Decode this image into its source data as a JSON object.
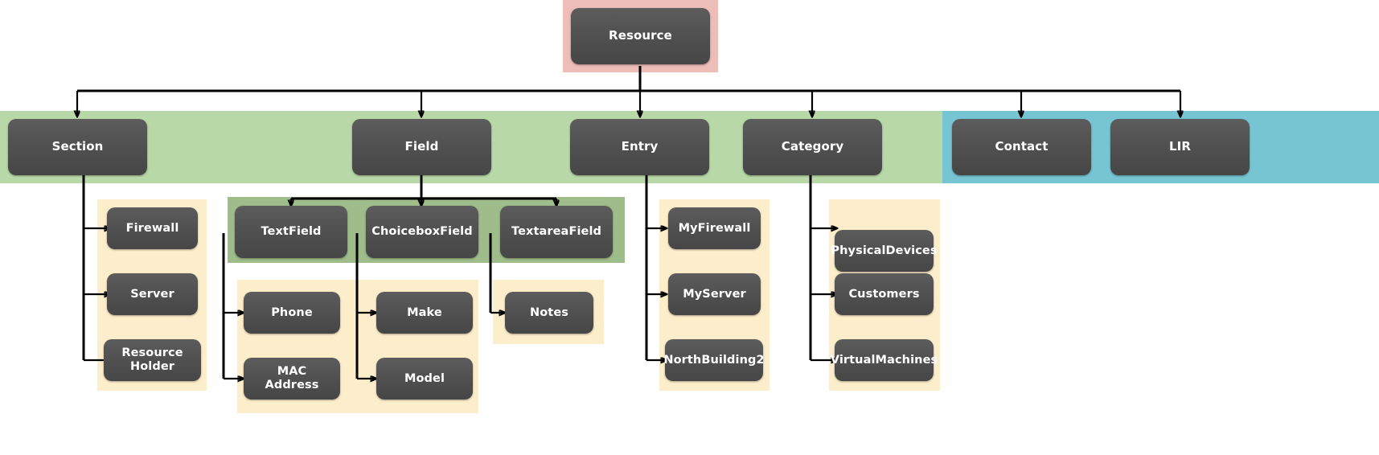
{
  "diagram": {
    "title": "Resource data model hierarchy",
    "type": "tree-diagram",
    "colors": {
      "node_fill": "#4f4f4f",
      "node_text": "#ffffff",
      "group_root": "#edbdb7",
      "group_core": "#b8d8a8",
      "group_external": "#77c5d3",
      "group_fieldtypes": "#9fbd8b",
      "group_instances": "#fdeecb",
      "connector": "#000000"
    }
  },
  "nodes": {
    "root": {
      "label": "Resource"
    },
    "level1": [
      {
        "label": "Section"
      },
      {
        "label": "Field"
      },
      {
        "label": "Entry"
      },
      {
        "label": "Category"
      },
      {
        "label": "Contact"
      },
      {
        "label": "LIR"
      }
    ],
    "section_children": [
      {
        "label": "Firewall"
      },
      {
        "label": "Server"
      },
      {
        "label": "Resource Holder"
      }
    ],
    "field_children": [
      {
        "label": "TextField"
      },
      {
        "label": "ChoiceboxField"
      },
      {
        "label": "TextareaField"
      }
    ],
    "textfield_children": [
      {
        "label": "Phone"
      },
      {
        "label": "MAC Address"
      }
    ],
    "choiceboxfield_children": [
      {
        "label": "Make"
      },
      {
        "label": "Model"
      }
    ],
    "textareafield_children": [
      {
        "label": "Notes"
      }
    ],
    "entry_children": [
      {
        "label": "MyFirewall"
      },
      {
        "label": "MyServer"
      },
      {
        "label": "NorthBuilding2"
      }
    ],
    "category_children": [
      {
        "label": "PhysicalDevices"
      },
      {
        "label": "Customers"
      },
      {
        "label": "VirtualMachines"
      }
    ]
  }
}
